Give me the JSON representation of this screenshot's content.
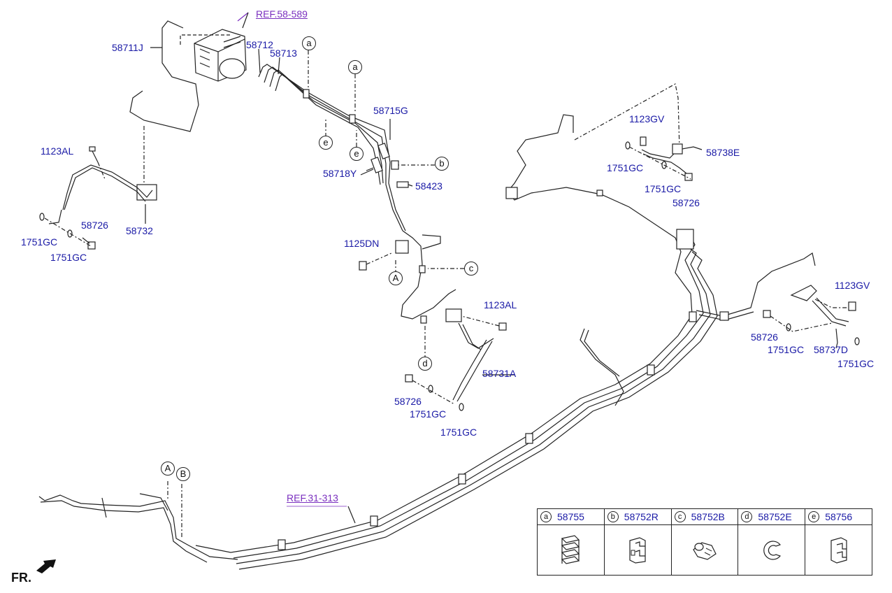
{
  "references": {
    "abs_module": "REF.58-589",
    "fuel_line": "REF.31-313"
  },
  "parts": {
    "p58711J": "58711J",
    "p58712": "58712",
    "p58713": "58713",
    "p58715G": "58715G",
    "p58718Y": "58718Y",
    "p58423": "58423",
    "p1125DN": "1125DN",
    "p1123AL_left": "1123AL",
    "p58726_left": "58726",
    "p1751GC_left_a": "1751GC",
    "p1751GC_left_b": "1751GC",
    "p58732": "58732",
    "p1123AL_mid": "1123AL",
    "p58731A": "58731A",
    "p58726_mid": "58726",
    "p1751GC_mid_a": "1751GC",
    "p1751GC_mid_b": "1751GC",
    "p1123GV_top": "1123GV",
    "p58738E": "58738E",
    "p1751GC_top_a": "1751GC",
    "p1751GC_top_b": "1751GC",
    "p58726_top": "58726",
    "p1123GV_right": "1123GV",
    "p58726_right": "58726",
    "p1751GC_right_a": "1751GC",
    "p58737D": "58737D",
    "p1751GC_right_b": "1751GC"
  },
  "callouts": {
    "a1": "a",
    "a2": "a",
    "b": "b",
    "c": "c",
    "d": "d",
    "e1": "e",
    "e2": "e",
    "A_mid": "A",
    "A_bottom": "A",
    "B_bottom": "B"
  },
  "orientation": "FR.",
  "legend": [
    {
      "key": "a",
      "part": "58755"
    },
    {
      "key": "b",
      "part": "58752R"
    },
    {
      "key": "c",
      "part": "58752B"
    },
    {
      "key": "d",
      "part": "58752E"
    },
    {
      "key": "e",
      "part": "58756"
    }
  ],
  "colors": {
    "label_blue": "#1a1aa6",
    "reference_purple": "#7a2fbf",
    "line_black": "#222222"
  }
}
